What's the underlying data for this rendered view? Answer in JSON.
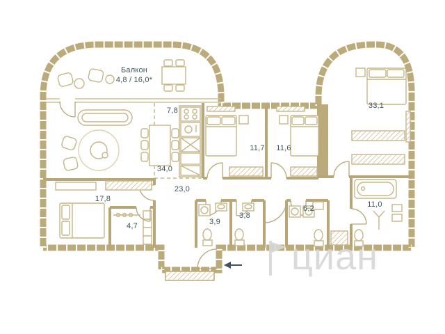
{
  "plan": {
    "balcony": {
      "name": "Балкон",
      "area": "4,8 / 16,0*"
    },
    "rooms": [
      {
        "id": "kitchen-niche",
        "area": "7,8"
      },
      {
        "id": "living-room",
        "area": "34,0"
      },
      {
        "id": "hallway",
        "area": "23,0"
      },
      {
        "id": "bedroom-left",
        "area": "17,8"
      },
      {
        "id": "walk-in-closet",
        "area": "4,7"
      },
      {
        "id": "bathroom-small-left",
        "area": "3,9"
      },
      {
        "id": "bathroom-small-right",
        "area": "3,8"
      },
      {
        "id": "bedroom-middle-left",
        "area": "11,7"
      },
      {
        "id": "bedroom-middle-right",
        "area": "11,6"
      },
      {
        "id": "bathroom-laundry",
        "area": "6,2"
      },
      {
        "id": "bedroom-master",
        "area": "33,1"
      },
      {
        "id": "bathroom-master",
        "area": "11,0"
      }
    ],
    "watermark_text": "циан",
    "colors": {
      "wall": "#bcab7a",
      "furniture": "#c6b687",
      "label_text": "#3f545c",
      "watermark": "#d7d7d7"
    }
  }
}
